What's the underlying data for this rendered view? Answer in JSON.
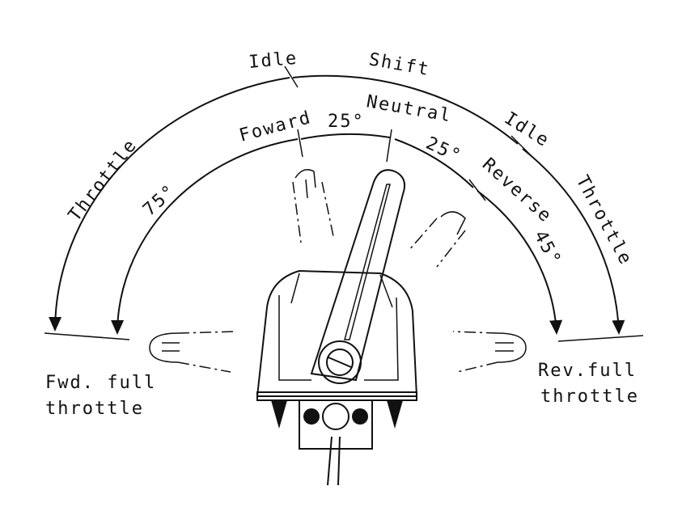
{
  "labels": {
    "idle_top": "Idle",
    "shift": "Shift",
    "idle_right": "Idle",
    "throttle_left": "Throttle",
    "throttle_right": "Throttle",
    "forward": "Foward",
    "neutral": "Neutral",
    "reverse": "Reverse",
    "angle_forward_neutral": "25°",
    "angle_neutral_reverse": "25°",
    "angle_forward_full": "75°",
    "angle_reverse_full": "45°",
    "fwd_full_line1": "Fwd. full",
    "fwd_full_line2": "throttle",
    "rev_full_line1": "Rev.full",
    "rev_full_line2": "throttle"
  }
}
